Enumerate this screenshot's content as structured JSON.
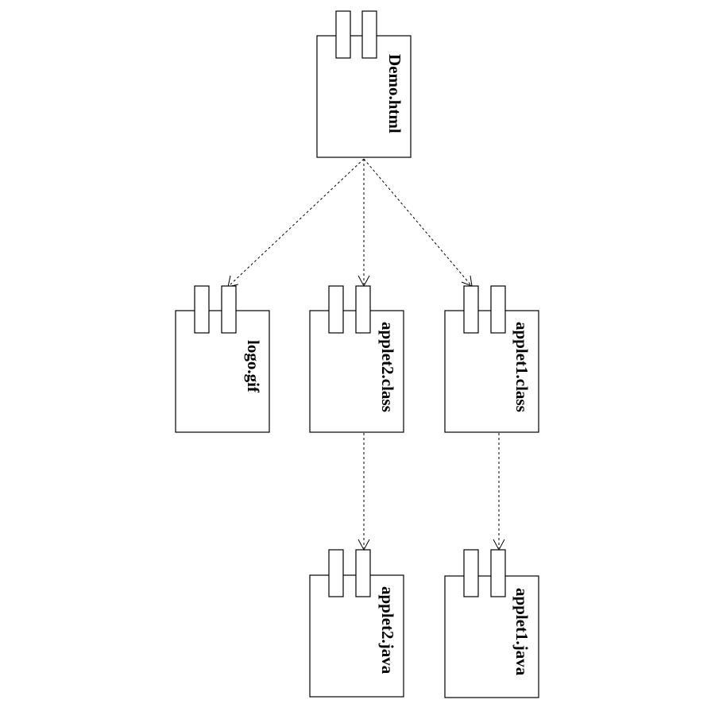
{
  "diagram": {
    "components": [
      {
        "id": "demo",
        "label": "Demo.html"
      },
      {
        "id": "logo",
        "label": "logo.gif"
      },
      {
        "id": "applet2class",
        "label": "applet2.class"
      },
      {
        "id": "applet1class",
        "label": "applet1.class"
      },
      {
        "id": "applet2java",
        "label": "applet2.java"
      },
      {
        "id": "applet1java",
        "label": "applet1.java"
      }
    ],
    "dependencies": [
      {
        "from": "demo",
        "to": "logo",
        "style": "dashed"
      },
      {
        "from": "demo",
        "to": "applet2class",
        "style": "dashed"
      },
      {
        "from": "demo",
        "to": "applet1class",
        "style": "dashed"
      },
      {
        "from": "applet2class",
        "to": "applet2java",
        "style": "dashed"
      },
      {
        "from": "applet1class",
        "to": "applet1java",
        "style": "dashed"
      }
    ]
  }
}
